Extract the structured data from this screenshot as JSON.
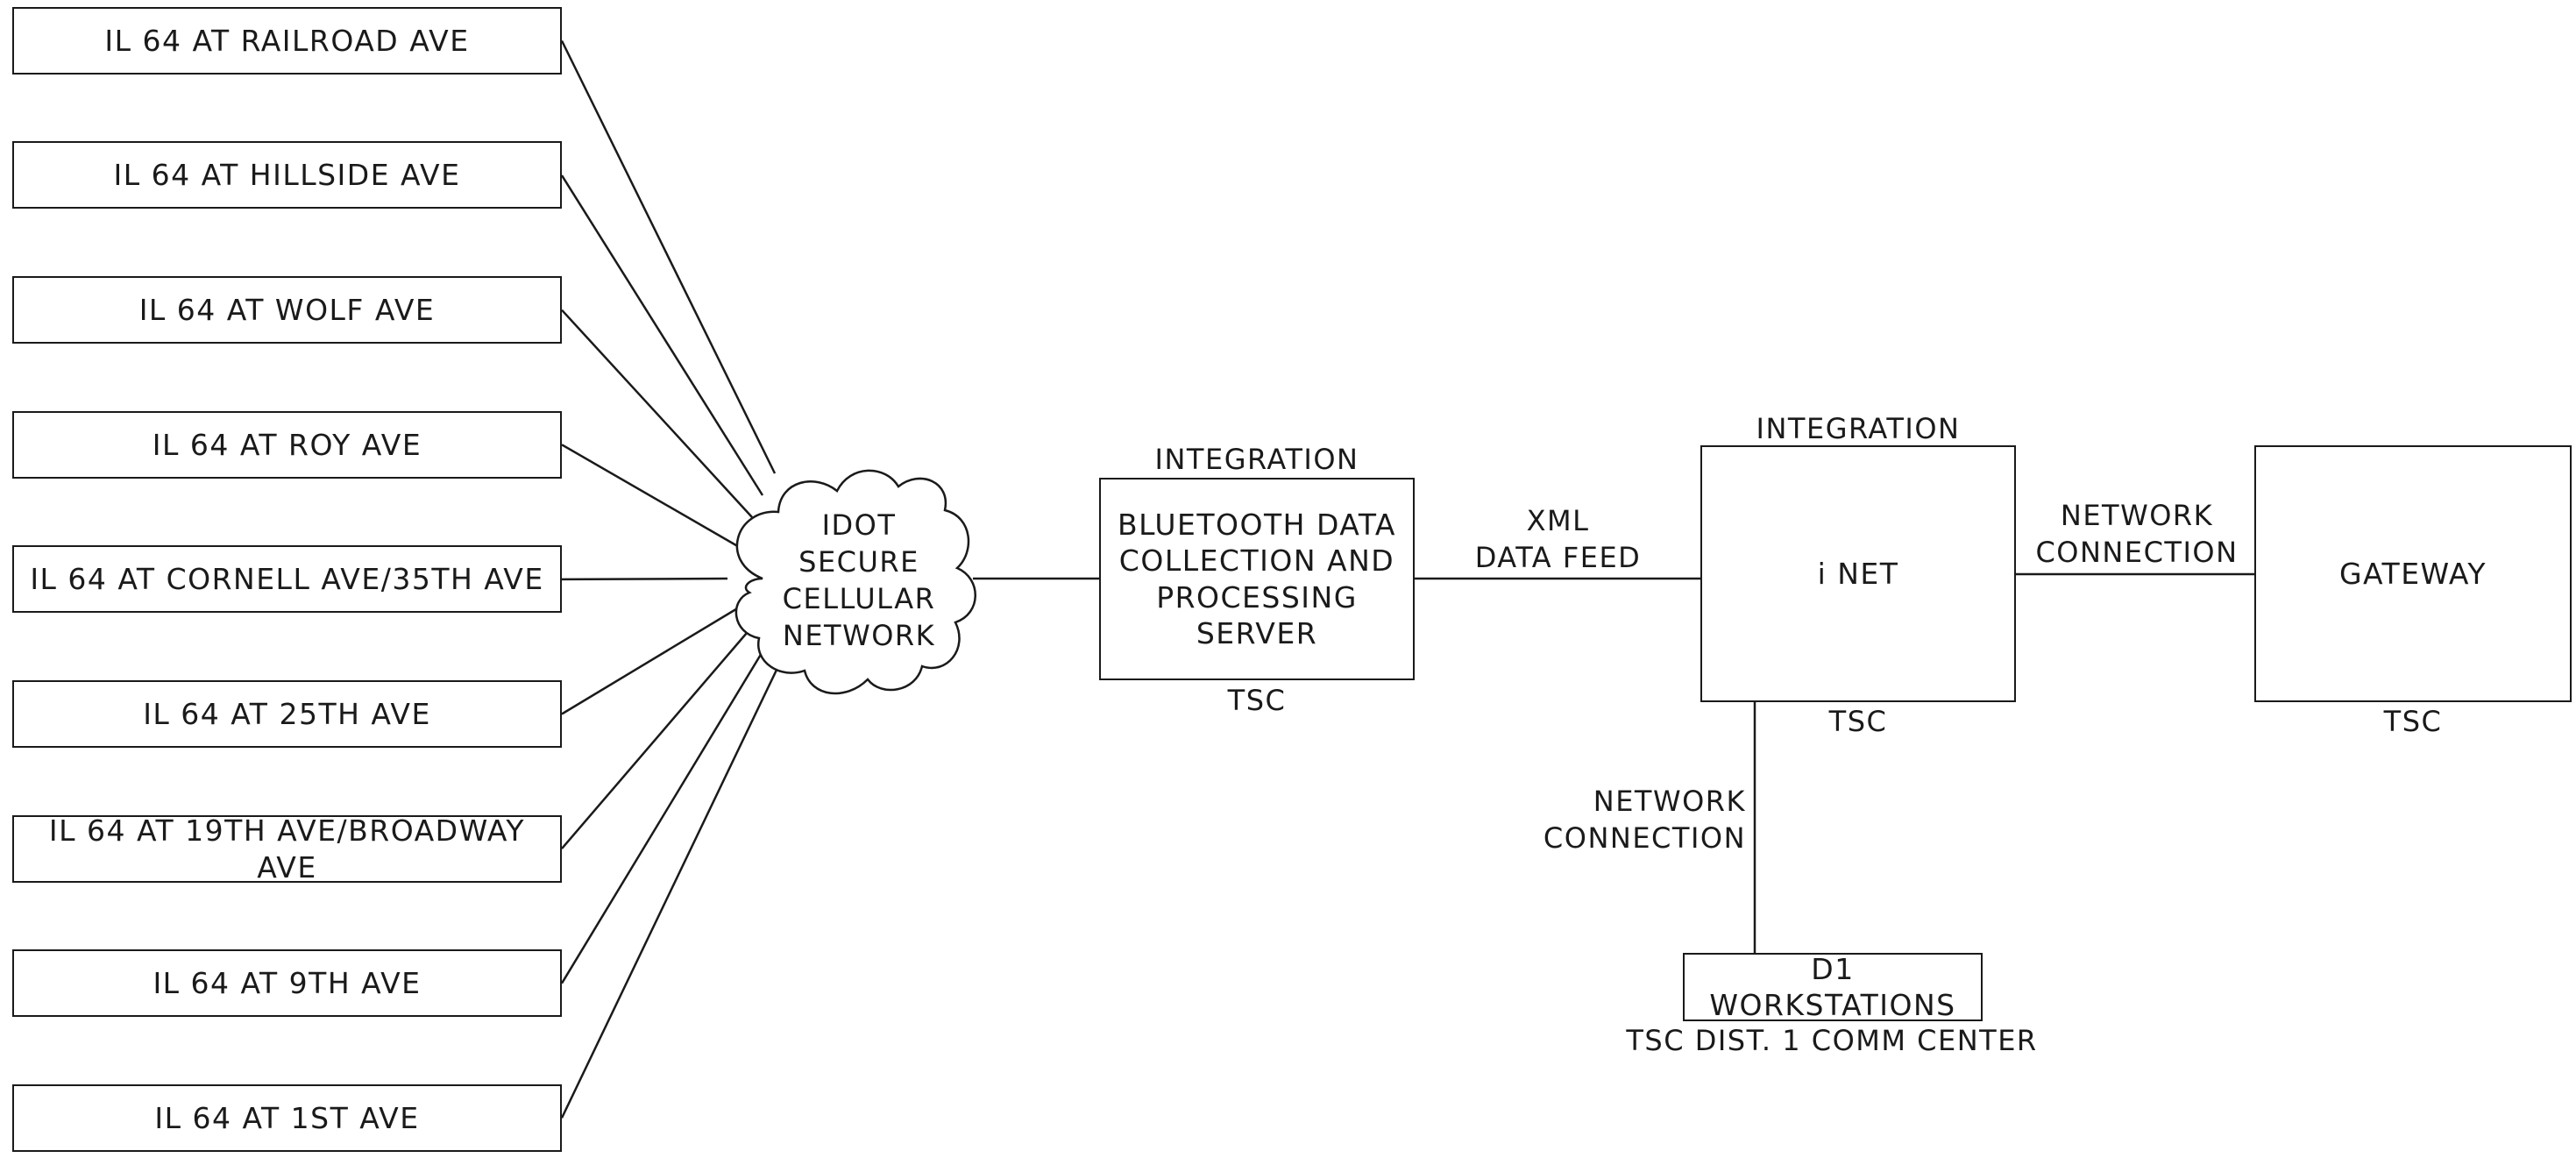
{
  "sites": [
    "IL 64 AT RAILROAD AVE",
    "IL 64 AT HILLSIDE AVE",
    "IL 64 AT WOLF AVE",
    "IL 64 AT ROY AVE",
    "IL 64 AT CORNELL AVE/35TH AVE",
    "IL 64 AT 25TH AVE",
    "IL 64 AT 19TH AVE/BROADWAY AVE",
    "IL 64 AT 9TH AVE",
    "IL 64 AT 1ST AVE"
  ],
  "cloud": {
    "label": "IDOT\nSECURE\nCELLULAR\nNETWORK"
  },
  "bluetooth_server": {
    "top_label": "INTEGRATION",
    "label": "BLUETOOTH DATA\nCOLLECTION AND\nPROCESSING\nSERVER",
    "bottom_label": "TSC"
  },
  "xml_link": {
    "label": "XML\nDATA FEED"
  },
  "inet": {
    "top_label": "INTEGRATION",
    "label": "i NET",
    "bottom_label": "TSC"
  },
  "network_link_right": {
    "label": "NETWORK\nCONNECTION"
  },
  "gateway": {
    "label": "GATEWAY",
    "bottom_label": "TSC"
  },
  "network_link_down": {
    "label": "NETWORK\nCONNECTION"
  },
  "workstations": {
    "label": "D1 WORKSTATIONS",
    "bottom_label": "TSC DIST. 1 COMM CENTER"
  }
}
